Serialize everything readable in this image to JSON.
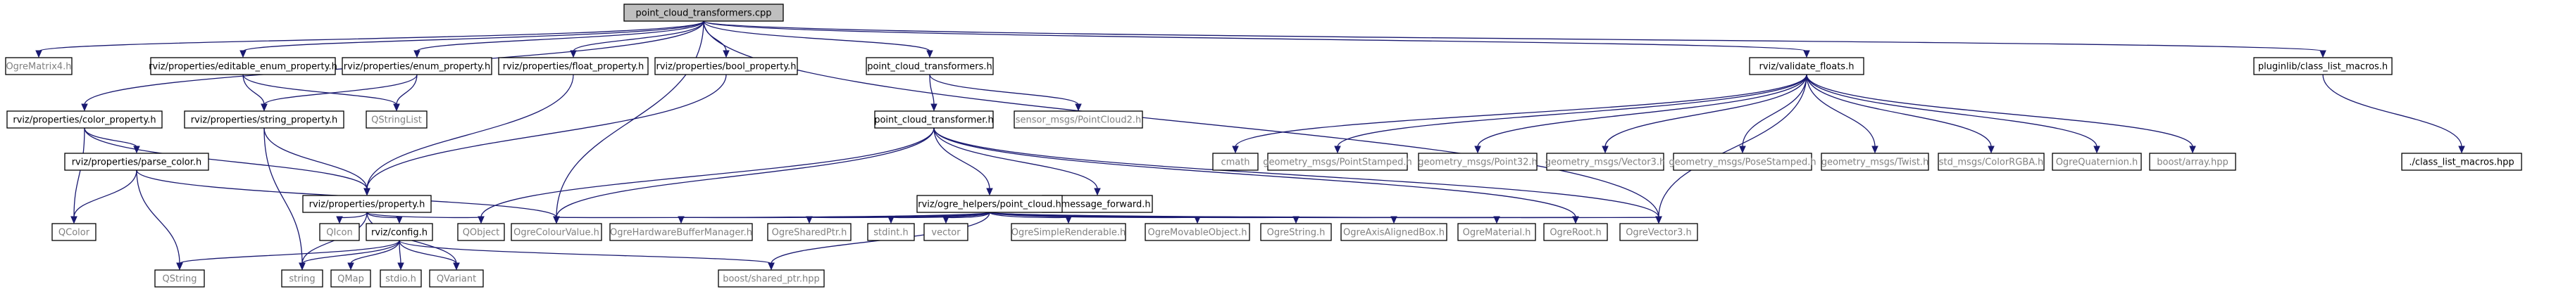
{
  "graph": {
    "nodes": [
      {
        "id": "root",
        "label": "point_cloud_transformers.cpp",
        "style": "root"
      },
      {
        "id": "ogre_matrix4",
        "label": "OgreMatrix4.h",
        "style": "ghost"
      },
      {
        "id": "editable_enum",
        "label": "rviz/properties/editable_enum_property.h",
        "style": "normal"
      },
      {
        "id": "enum_prop",
        "label": "rviz/properties/enum_property.h",
        "style": "normal"
      },
      {
        "id": "float_prop",
        "label": "rviz/properties/float_property.h",
        "style": "normal"
      },
      {
        "id": "bool_prop",
        "label": "rviz/properties/bool_property.h",
        "style": "normal"
      },
      {
        "id": "pct_h",
        "label": "point_cloud_transformers.h",
        "style": "normal"
      },
      {
        "id": "validate_floats",
        "label": "rviz/validate_floats.h",
        "style": "normal"
      },
      {
        "id": "class_list_macros",
        "label": "pluginlib/class_list_macros.h",
        "style": "normal"
      },
      {
        "id": "color_prop",
        "label": "rviz/properties/color_property.h",
        "style": "normal"
      },
      {
        "id": "string_prop",
        "label": "rviz/properties/string_property.h",
        "style": "normal"
      },
      {
        "id": "qstringlist",
        "label": "QStringList",
        "style": "ghost"
      },
      {
        "id": "pc_transformer",
        "label": "point_cloud_transformer.h",
        "style": "normal"
      },
      {
        "id": "sensor_pc2",
        "label": "sensor_msgs/PointCloud2.h",
        "style": "ghost"
      },
      {
        "id": "cmath",
        "label": "cmath",
        "style": "ghost"
      },
      {
        "id": "gm_pointstamped",
        "label": "geometry_msgs/PointStamped.h",
        "style": "ghost"
      },
      {
        "id": "gm_point32",
        "label": "geometry_msgs/Point32.h",
        "style": "ghost"
      },
      {
        "id": "gm_vector3",
        "label": "geometry_msgs/Vector3.h",
        "style": "ghost"
      },
      {
        "id": "gm_posestamped",
        "label": "geometry_msgs/PoseStamped.h",
        "style": "ghost"
      },
      {
        "id": "gm_twist",
        "label": "geometry_msgs/Twist.h",
        "style": "ghost"
      },
      {
        "id": "std_colorrgba",
        "label": "std_msgs/ColorRGBA.h",
        "style": "ghost"
      },
      {
        "id": "ogre_quaternion",
        "label": "OgreQuaternion.h",
        "style": "ghost"
      },
      {
        "id": "boost_array",
        "label": "boost/array.hpp",
        "style": "ghost"
      },
      {
        "id": "class_list_macros_hpp",
        "label": "./class_list_macros.hpp",
        "style": "normal"
      },
      {
        "id": "parse_color",
        "label": "rviz/properties/parse_color.h",
        "style": "normal"
      },
      {
        "id": "property_h",
        "label": "rviz/properties/property.h",
        "style": "normal"
      },
      {
        "id": "ros_msg_fwd",
        "label": "ros/message_forward.h",
        "style": "normal"
      },
      {
        "id": "point_cloud_h",
        "label": "rviz/ogre_helpers/point_cloud.h",
        "style": "normal"
      },
      {
        "id": "qcolor",
        "label": "QColor",
        "style": "ghost"
      },
      {
        "id": "qicon",
        "label": "QIcon",
        "style": "ghost"
      },
      {
        "id": "config_h",
        "label": "rviz/config.h",
        "style": "normal"
      },
      {
        "id": "qobject",
        "label": "QObject",
        "style": "ghost"
      },
      {
        "id": "ogre_colourvalue",
        "label": "OgreColourValue.h",
        "style": "ghost"
      },
      {
        "id": "ogre_hwbufmgr",
        "label": "OgreHardwareBufferManager.h",
        "style": "ghost"
      },
      {
        "id": "ogre_sharedptr",
        "label": "OgreSharedPtr.h",
        "style": "ghost"
      },
      {
        "id": "stdint",
        "label": "stdint.h",
        "style": "ghost"
      },
      {
        "id": "vector",
        "label": "vector",
        "style": "ghost"
      },
      {
        "id": "ogre_simplerenderable",
        "label": "OgreSimpleRenderable.h",
        "style": "ghost"
      },
      {
        "id": "ogre_movableobject",
        "label": "OgreMovableObject.h",
        "style": "ghost"
      },
      {
        "id": "ogre_string",
        "label": "OgreString.h",
        "style": "ghost"
      },
      {
        "id": "ogre_aabb",
        "label": "OgreAxisAlignedBox.h",
        "style": "ghost"
      },
      {
        "id": "ogre_material",
        "label": "OgreMaterial.h",
        "style": "ghost"
      },
      {
        "id": "ogre_root",
        "label": "OgreRoot.h",
        "style": "ghost"
      },
      {
        "id": "ogre_vector3",
        "label": "OgreVector3.h",
        "style": "ghost"
      },
      {
        "id": "qstring",
        "label": "QString",
        "style": "ghost"
      },
      {
        "id": "string",
        "label": "string",
        "style": "ghost"
      },
      {
        "id": "qmap",
        "label": "QMap",
        "style": "ghost"
      },
      {
        "id": "stdio",
        "label": "stdio.h",
        "style": "ghost"
      },
      {
        "id": "qvariant",
        "label": "QVariant",
        "style": "ghost"
      },
      {
        "id": "boost_shared_ptr",
        "label": "boost/shared_ptr.hpp",
        "style": "ghost"
      }
    ],
    "edges": [
      [
        "root",
        "ogre_matrix4"
      ],
      [
        "root",
        "editable_enum"
      ],
      [
        "root",
        "enum_prop"
      ],
      [
        "root",
        "float_prop"
      ],
      [
        "root",
        "bool_prop"
      ],
      [
        "root",
        "color_prop"
      ],
      [
        "root",
        "pct_h"
      ],
      [
        "root",
        "validate_floats"
      ],
      [
        "root",
        "class_list_macros"
      ],
      [
        "root",
        "ogre_colourvalue"
      ],
      [
        "root",
        "ogre_vector3"
      ],
      [
        "editable_enum",
        "string_prop"
      ],
      [
        "editable_enum",
        "qstringlist"
      ],
      [
        "enum_prop",
        "string_prop"
      ],
      [
        "enum_prop",
        "qstringlist"
      ],
      [
        "float_prop",
        "property_h"
      ],
      [
        "bool_prop",
        "property_h"
      ],
      [
        "string_prop",
        "property_h"
      ],
      [
        "string_prop",
        "string"
      ],
      [
        "color_prop",
        "parse_color"
      ],
      [
        "color_prop",
        "property_h"
      ],
      [
        "color_prop",
        "qcolor"
      ],
      [
        "parse_color",
        "qcolor"
      ],
      [
        "parse_color",
        "qstring"
      ],
      [
        "parse_color",
        "ogre_colourvalue"
      ],
      [
        "pct_h",
        "pc_transformer"
      ],
      [
        "pct_h",
        "sensor_pc2"
      ],
      [
        "pc_transformer",
        "ros_msg_fwd"
      ],
      [
        "pc_transformer",
        "point_cloud_h"
      ],
      [
        "pc_transformer",
        "qobject"
      ],
      [
        "pc_transformer",
        "ogre_colourvalue"
      ],
      [
        "pc_transformer",
        "ogre_root"
      ],
      [
        "pc_transformer",
        "ogre_vector3"
      ],
      [
        "validate_floats",
        "cmath"
      ],
      [
        "validate_floats",
        "gm_pointstamped"
      ],
      [
        "validate_floats",
        "gm_point32"
      ],
      [
        "validate_floats",
        "gm_vector3"
      ],
      [
        "validate_floats",
        "gm_posestamped"
      ],
      [
        "validate_floats",
        "gm_twist"
      ],
      [
        "validate_floats",
        "std_colorrgba"
      ],
      [
        "validate_floats",
        "ogre_quaternion"
      ],
      [
        "validate_floats",
        "boost_array"
      ],
      [
        "validate_floats",
        "ogre_vector3"
      ],
      [
        "class_list_macros",
        "class_list_macros_hpp"
      ],
      [
        "property_h",
        "qicon"
      ],
      [
        "property_h",
        "config_h"
      ],
      [
        "property_h",
        "qobject"
      ],
      [
        "property_h",
        "string"
      ],
      [
        "property_h",
        "qvariant"
      ],
      [
        "config_h",
        "qstring"
      ],
      [
        "config_h",
        "string"
      ],
      [
        "config_h",
        "qmap"
      ],
      [
        "config_h",
        "stdio"
      ],
      [
        "config_h",
        "qvariant"
      ],
      [
        "config_h",
        "boost_shared_ptr"
      ],
      [
        "point_cloud_h",
        "ogre_colourvalue"
      ],
      [
        "point_cloud_h",
        "ogre_hwbufmgr"
      ],
      [
        "point_cloud_h",
        "ogre_sharedptr"
      ],
      [
        "point_cloud_h",
        "stdint"
      ],
      [
        "point_cloud_h",
        "vector"
      ],
      [
        "point_cloud_h",
        "ogre_simplerenderable"
      ],
      [
        "point_cloud_h",
        "ogre_movableobject"
      ],
      [
        "point_cloud_h",
        "ogre_string"
      ],
      [
        "point_cloud_h",
        "ogre_aabb"
      ],
      [
        "point_cloud_h",
        "ogre_material"
      ],
      [
        "point_cloud_h",
        "ogre_root"
      ],
      [
        "point_cloud_h",
        "ogre_vector3"
      ],
      [
        "point_cloud_h",
        "boost_shared_ptr"
      ]
    ]
  }
}
